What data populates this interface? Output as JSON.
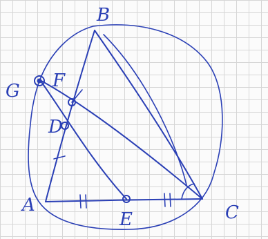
{
  "labels": {
    "B": "B",
    "F": "F",
    "G": "G",
    "D": "D",
    "A": "A",
    "E": "E",
    "C": "C"
  },
  "colors": {
    "ink": "#2a3fb5",
    "grid": "#d6d6d6",
    "paper": "#fbfbfb"
  },
  "markings": {
    "AE_ticks": 2,
    "EC_ticks": 2,
    "AD_ticks": 1,
    "angle_mark_at": "C"
  }
}
